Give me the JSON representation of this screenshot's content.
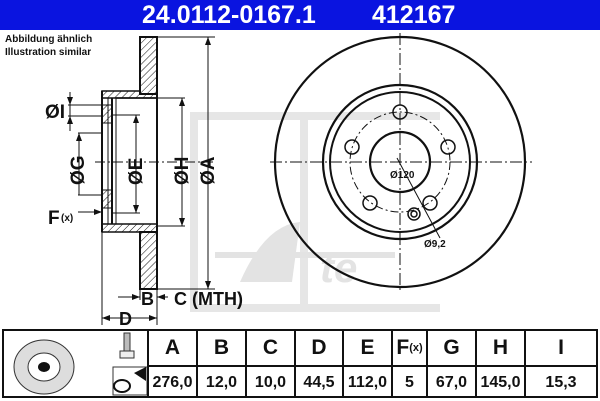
{
  "header": {
    "part_number": "24.0112-0167.1",
    "code": "412167",
    "background": "#0a14e0"
  },
  "note": {
    "line1": "Abbildung ähnlich",
    "line2": "Illustration similar"
  },
  "section_labels": {
    "dia_I": "ØI",
    "dia_G": "ØG",
    "dia_E": "ØE",
    "dia_H": "ØH",
    "dia_A": "ØA",
    "F": "F",
    "F_sub": "(x)",
    "B": "B",
    "C_mth": "C (MTH)",
    "D": "D"
  },
  "front_view": {
    "bolt_circle": "Ø120",
    "hole_dia": "Ø9,2"
  },
  "icons": [
    "brake-disc-thumbnail-icon",
    "bolt-icon",
    "grease-applicator-icon",
    "ate-logo-watermark"
  ],
  "table": {
    "columns": [
      {
        "key": "A",
        "label": "A",
        "value": "276,0"
      },
      {
        "key": "B",
        "label": "B",
        "value": "12,0"
      },
      {
        "key": "C",
        "label": "C",
        "value": "10,0"
      },
      {
        "key": "D",
        "label": "D",
        "value": "44,5"
      },
      {
        "key": "E",
        "label": "E",
        "value": "112,0"
      },
      {
        "key": "F",
        "label": "F",
        "sub": "(x)",
        "value": "5"
      },
      {
        "key": "G",
        "label": "G",
        "value": "67,0"
      },
      {
        "key": "H",
        "label": "H",
        "value": "145,0"
      },
      {
        "key": "I",
        "label": "I",
        "value": "15,3"
      }
    ]
  }
}
